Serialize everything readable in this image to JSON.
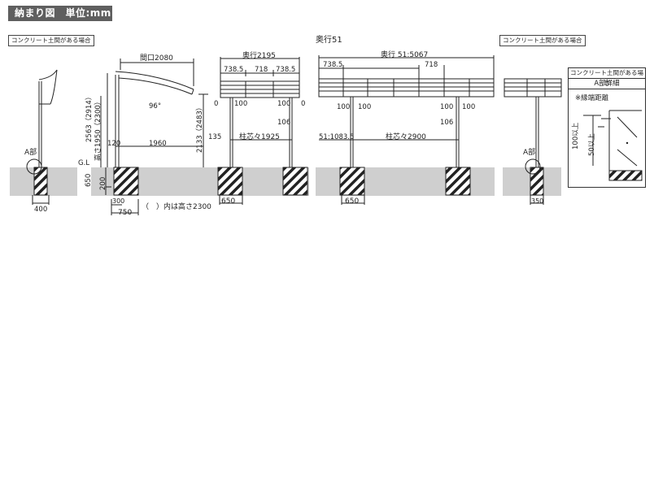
{
  "header": {
    "title": "納まり図　単位:mm"
  },
  "notes": {
    "concrete_left": "コンクリート土間がある場合",
    "concrete_right": "コンクリート土間がある場合",
    "depth_label": "奥行51",
    "height_note": "（　）内は高さ2300"
  },
  "detail": {
    "title": "コンクリート土間がある場合",
    "subtitle": "A部詳細",
    "edge_note": "※縁端距離",
    "dim_100": "100以上",
    "dim_50": "50以上"
  },
  "labels": {
    "a_part_left": "A部",
    "a_part_right": "A部",
    "gl": "G.L",
    "angle": "96°"
  },
  "dims": {
    "left_base": "400",
    "width_frontage": "間口2080",
    "h_total": "2563（2914）",
    "h_beam": "高さ1950（2300）",
    "h_front": "2133（2483）",
    "d120": "120",
    "d1960": "1960",
    "d650_v": "650",
    "d200_v": "200",
    "d300": "300",
    "d750": "750",
    "depth_2195": "奥行2195",
    "seg_738a": "738.5",
    "seg_718": "718",
    "seg_738b": "738.5",
    "z0a": "0",
    "z100a": "100",
    "z100b": "100",
    "z0b": "0",
    "d106a": "106",
    "d135": "135",
    "post_1925": "柱芯々1925",
    "d650_a": "650",
    "depth_5067": "奥行 51:5067",
    "seg_738c": "738.5",
    "seg_718b": "718",
    "z100c": "100",
    "z100d": "100",
    "z100e": "100",
    "z100f": "100",
    "d106b": "106",
    "d1083": "51:1083.5",
    "post_2900": "柱芯々2900",
    "d650_b": "650",
    "right_base": "350"
  }
}
